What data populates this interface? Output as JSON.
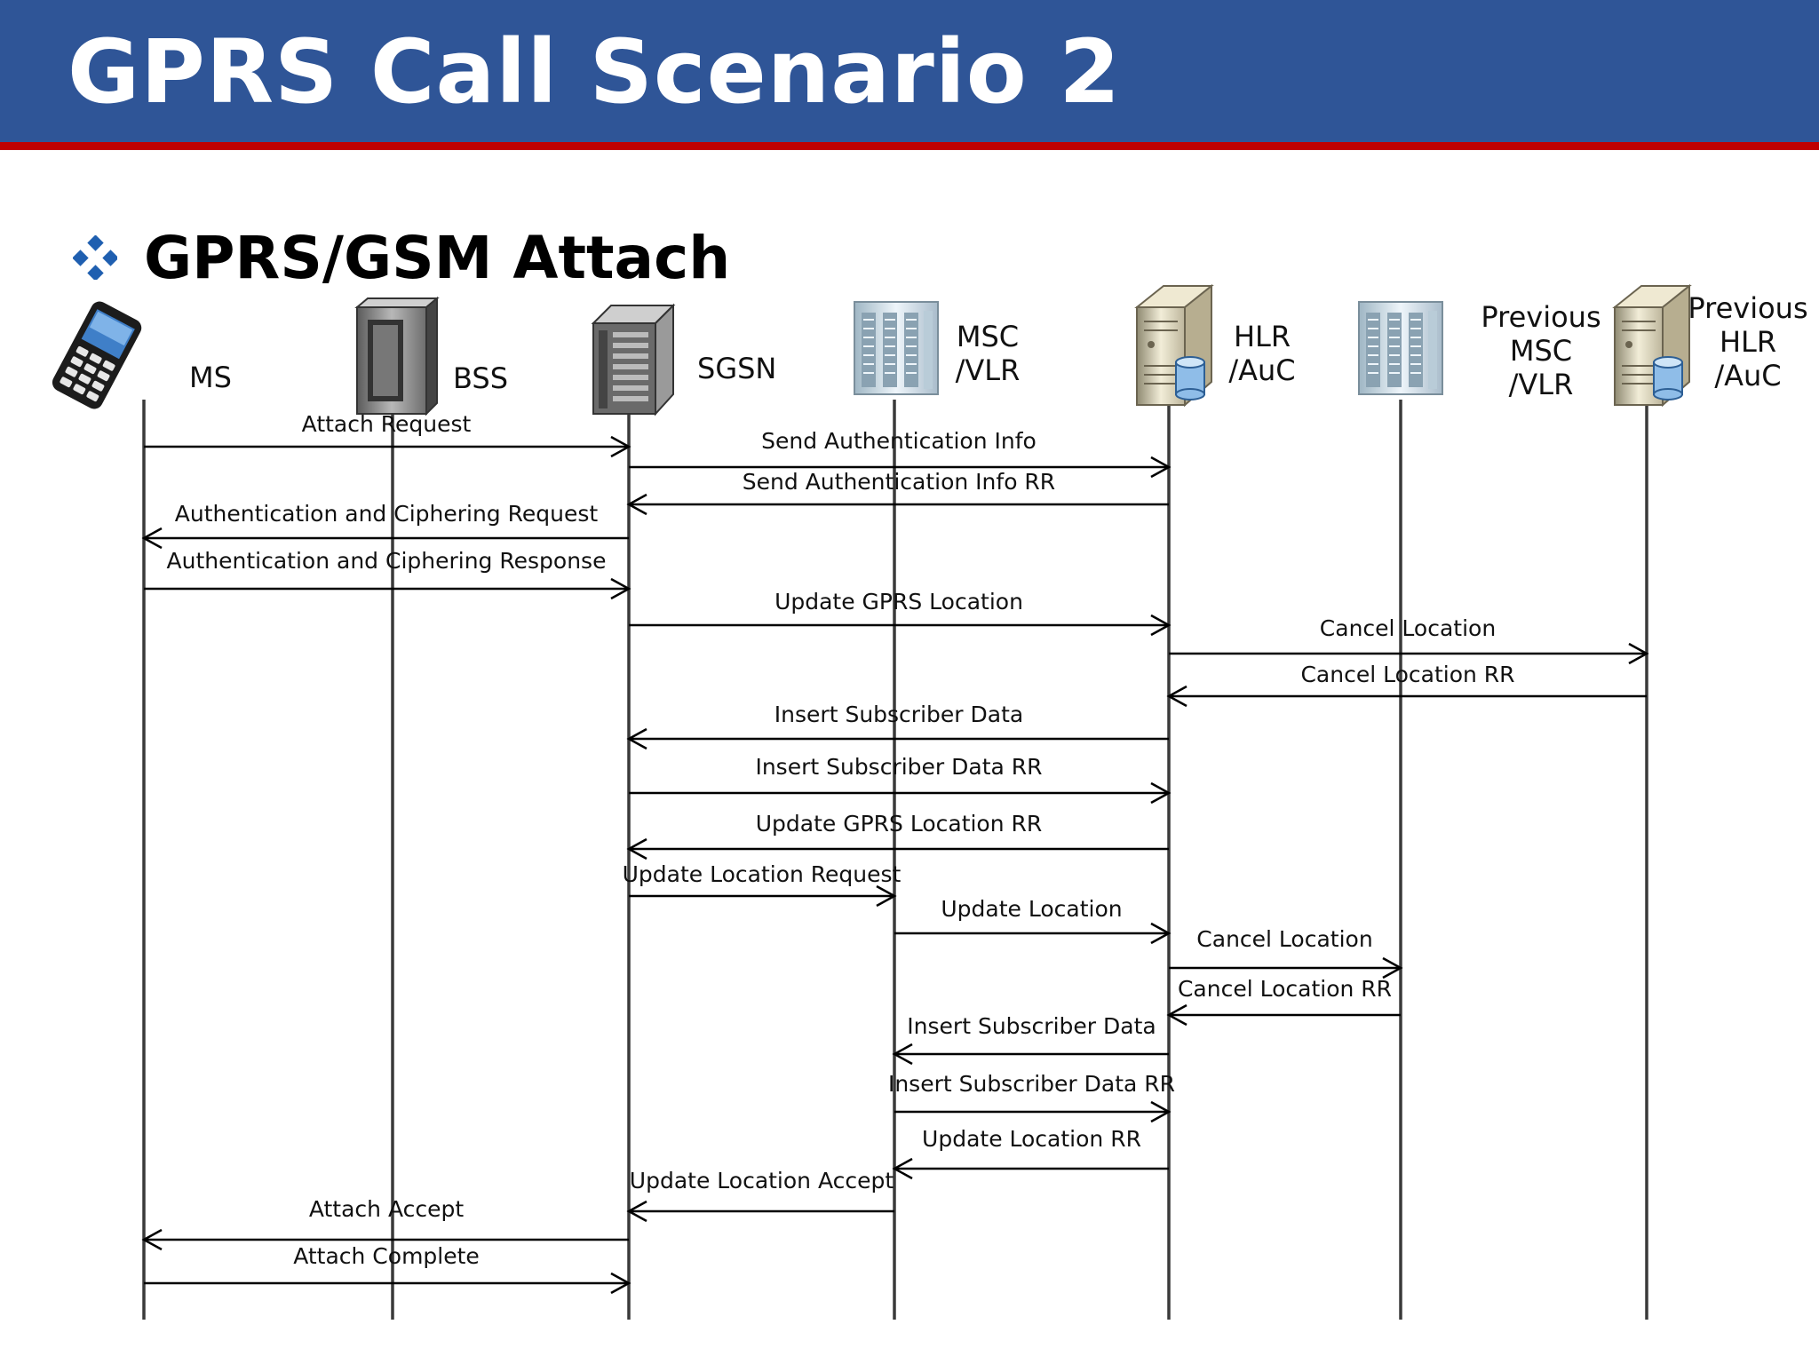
{
  "title": "GPRS Call Scenario 2",
  "subtitle": "GPRS/GSM Attach",
  "colors": {
    "header": "#2F5597",
    "header_line": "#C00000",
    "bullet": "#1F5FB0"
  },
  "entities": [
    {
      "id": "ms",
      "name_lines": [
        "MS"
      ],
      "icon": "mobile-phone-icon"
    },
    {
      "id": "bss",
      "name_lines": [
        "BSS"
      ],
      "icon": "base-station-cabinet-icon"
    },
    {
      "id": "sgsn",
      "name_lines": [
        "SGSN"
      ],
      "icon": "server-rack-icon"
    },
    {
      "id": "msc",
      "name_lines": [
        "MSC",
        "/VLR"
      ],
      "icon": "server-tower-icon"
    },
    {
      "id": "hlr",
      "name_lines": [
        "HLR",
        "/AuC"
      ],
      "icon": "database-server-icon"
    },
    {
      "id": "pmsc",
      "name_lines": [
        "Previous",
        "MSC",
        "/VLR"
      ],
      "icon": "server-tower-icon"
    },
    {
      "id": "phlr",
      "name_lines": [
        "Previous",
        "HLR",
        "/AuC"
      ],
      "icon": "database-server-icon"
    }
  ],
  "messages": [
    {
      "label": "Attach Request",
      "from": "ms",
      "to": "sgsn"
    },
    {
      "label": "Send Authentication Info",
      "from": "sgsn",
      "to": "hlr"
    },
    {
      "label": "Send Authentication Info RR",
      "from": "hlr",
      "to": "sgsn"
    },
    {
      "label": "Authentication and Ciphering Request",
      "from": "sgsn",
      "to": "ms"
    },
    {
      "label": "Authentication and Ciphering Response",
      "from": "ms",
      "to": "sgsn"
    },
    {
      "label": "Update GPRS Location",
      "from": "sgsn",
      "to": "hlr"
    },
    {
      "label": "Cancel Location",
      "from": "hlr",
      "to": "phlr"
    },
    {
      "label": "Cancel Location RR",
      "from": "phlr",
      "to": "hlr"
    },
    {
      "label": "Insert Subscriber Data",
      "from": "hlr",
      "to": "sgsn"
    },
    {
      "label": "Insert Subscriber Data RR",
      "from": "sgsn",
      "to": "hlr"
    },
    {
      "label": "Update GPRS Location RR",
      "from": "hlr",
      "to": "sgsn"
    },
    {
      "label": "Update Location Request",
      "from": "sgsn",
      "to": "msc"
    },
    {
      "label": "Update Location",
      "from": "msc",
      "to": "hlr"
    },
    {
      "label": "Cancel Location",
      "from": "hlr",
      "to": "pmsc"
    },
    {
      "label": "Cancel Location RR",
      "from": "pmsc",
      "to": "hlr"
    },
    {
      "label": "Insert Subscriber Data",
      "from": "hlr",
      "to": "msc"
    },
    {
      "label": "Insert Subscriber Data RR",
      "from": "msc",
      "to": "hlr"
    },
    {
      "label": "Update Location RR",
      "from": "hlr",
      "to": "msc"
    },
    {
      "label": "Update Location Accept",
      "from": "msc",
      "to": "sgsn"
    },
    {
      "label": "Attach Accept",
      "from": "sgsn",
      "to": "ms"
    },
    {
      "label": "Attach Complete",
      "from": "ms",
      "to": "sgsn"
    }
  ]
}
